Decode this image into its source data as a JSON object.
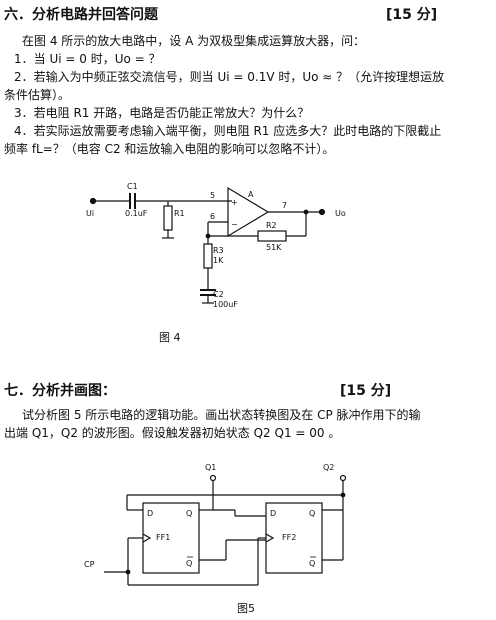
{
  "section6": {
    "title": "六．分析电路并回答问题",
    "score": "[15 分]",
    "intro": "在图 4 所示的放大电路中，设 A 为双极型集成运算放大器，问：",
    "q1": "1．当 Ui = 0 时，Uo = ？",
    "q2a": "2．若输入为中频正弦交流信号，则当 Ui = 0.1V 时，Uo ≈ ？（允许按理想运放",
    "q2b": "条件估算）。",
    "q3": "3．若电阻 R1 开路，电路是否仍能正常放大？为什么？",
    "q4a": "4．若实际运放需要考虑输入端平衡，则电阻 R1 应选多大？此时电路的下限截止",
    "q4b": "频率 fL=？（电容 C2 和运放输入电阻的影响可以忽略不计）。",
    "figure": {
      "c1": "C1",
      "c1_val": "0.1uF",
      "r1": "R1",
      "ui": "Ui",
      "uo": "Uo",
      "a": "A",
      "pin5": "5",
      "pin6": "6",
      "pin7": "7",
      "plus": "+",
      "minus": "−",
      "r2": "R2",
      "r2_val": "51K",
      "r3": "R3",
      "r3_val": "1K",
      "c2": "C2",
      "c2_val": "100uF",
      "caption": "图 4"
    }
  },
  "section7": {
    "title": "七．分析并画图：",
    "score": "[15 分]",
    "text_a": "试分析图 5 所示电路的逻辑功能。画出状态转换图及在 CP 脉冲作用下的输",
    "text_b": "出端 Q1，Q2 的波形图。假设触发器初始状态 Q2 Q1 = 00 。",
    "figure": {
      "q1": "Q1",
      "q2": "Q2",
      "ff1": "FF1",
      "ff2": "FF2",
      "d": "D",
      "q": "Q",
      "qbar": "Q",
      "cp": "CP",
      "caption": "图5"
    }
  }
}
